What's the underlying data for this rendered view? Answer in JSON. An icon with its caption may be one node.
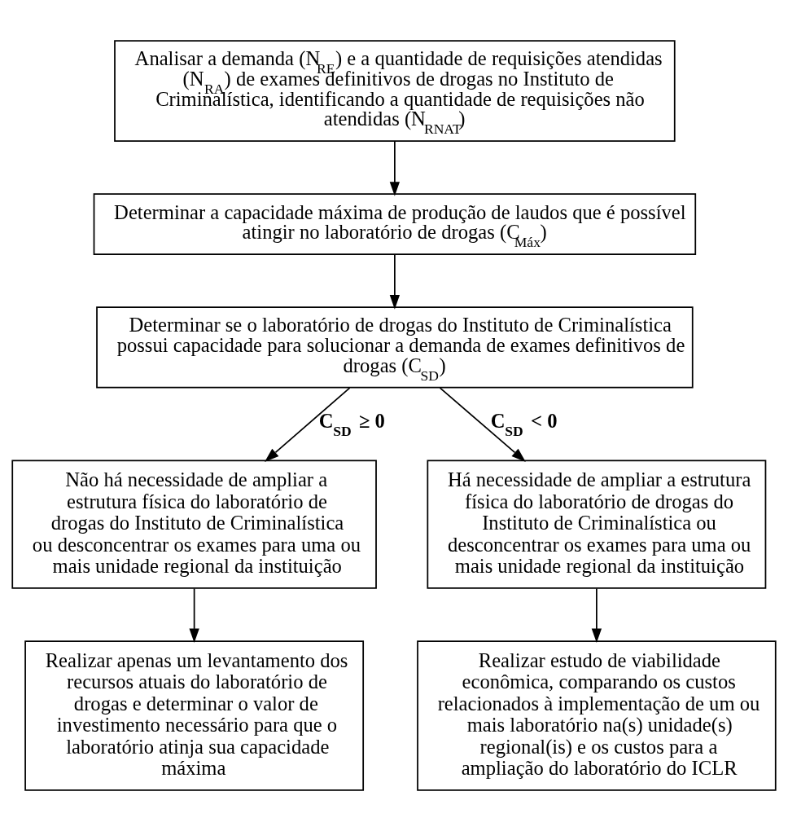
{
  "diagram": {
    "nodes": [
      {
        "text": [
          "Analisar a demanda (N$_{RE}$) e a quantidade de requisições atendidas (N$_{RA}$) de exames definitivos de drogas no Instituto de Criminalística, identificando a quantidade de requisições não atendidas (N$_{RNAT}$)"
        ]
      },
      {
        "text": [
          "Determinar a capacidade máxima de produção de laudos que é possível atingir no laboratório de drogas (C$_{Máx}$)"
        ]
      },
      {
        "text": [
          "Determinar se o laboratório de drogas do Instituto de Criminalística possui capacidade para solucionar a demanda de exames definitivos de drogas (C$_{SD}$)"
        ]
      },
      {
        "text": [
          "Não há necessidade de ampliar a estrutura física do laboratório de drogas do Instituto de Criminalística ou desconcentrar os exames para uma ou mais unidade regional da instituição"
        ]
      },
      {
        "text": [
          "Há necessidade de ampliar a estrutura física do laboratório de drogas do Instituto de Criminalística ou desconcentrar os exames para uma ou mais unidade regional da instituição"
        ]
      },
      {
        "text": [
          "Realizar apenas um levantamento dos recursos atuais do laboratório de drogas e determinar o valor de investimento necessário para que o laboratório atinja sua capacidade máxima"
        ]
      },
      {
        "text": [
          "Realizar estudo de viabilidade econômica, comparando os custos relacionados à implementação de um ou mais laboratório na(s) unidade(s) regional(is) e os custos para a ampliação do laboratório do ICLR"
        ]
      }
    ],
    "edges": [
      {
        "from": 0,
        "to": 1,
        "arrow": "to"
      },
      {
        "from": 1,
        "to": 2,
        "arrow": "to"
      },
      {
        "from": 2,
        "to": 3,
        "arrow": "to",
        "label": "C$_{SD}$ ≥ 0"
      },
      {
        "from": 2,
        "to": 4,
        "arrow": "to",
        "label": "C$_{SD}$ < 0"
      },
      {
        "from": 3,
        "to": 5,
        "arrow": "to"
      },
      {
        "from": 4,
        "to": 6,
        "arrow": "to"
      }
    ]
  }
}
